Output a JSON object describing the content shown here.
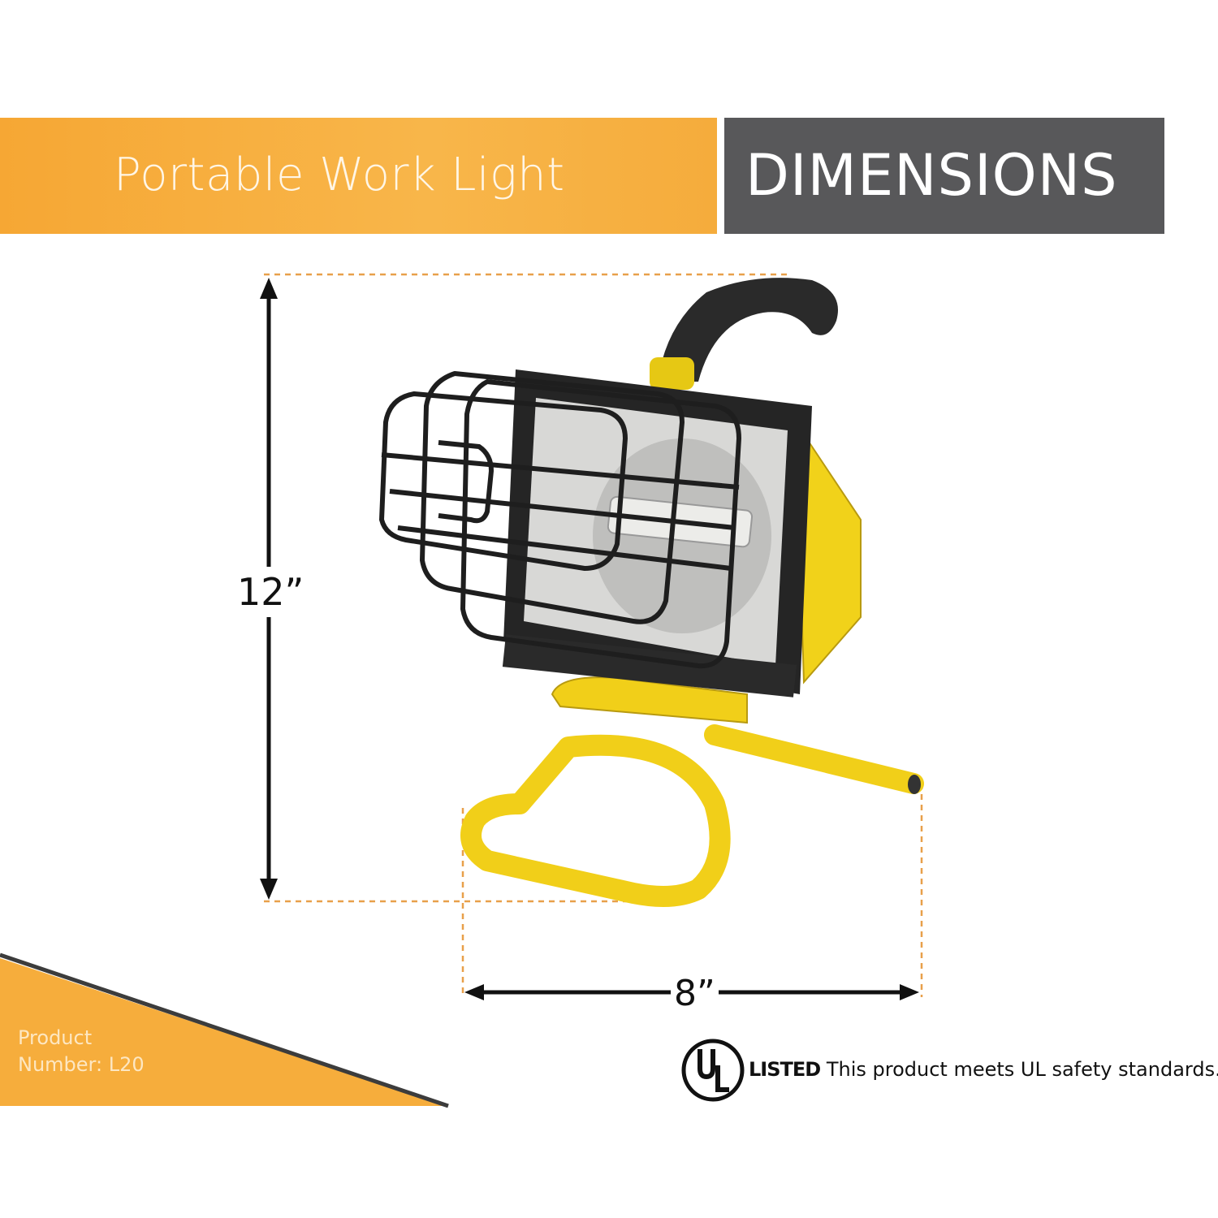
{
  "header": {
    "title": "Portable Work Light",
    "section": "DIMENSIONS"
  },
  "dimensions": {
    "height": "12”",
    "width": "8”"
  },
  "product": {
    "line1": "Product",
    "line2": "Number: L20"
  },
  "certification": {
    "logo": "UL",
    "listed": "LISTED",
    "text": "This product meets UL safety standards."
  },
  "colors": {
    "accent": "#f6a734",
    "gray": "#58585a",
    "product_yellow": "#f5d415",
    "dashed": "#e8a04a"
  }
}
